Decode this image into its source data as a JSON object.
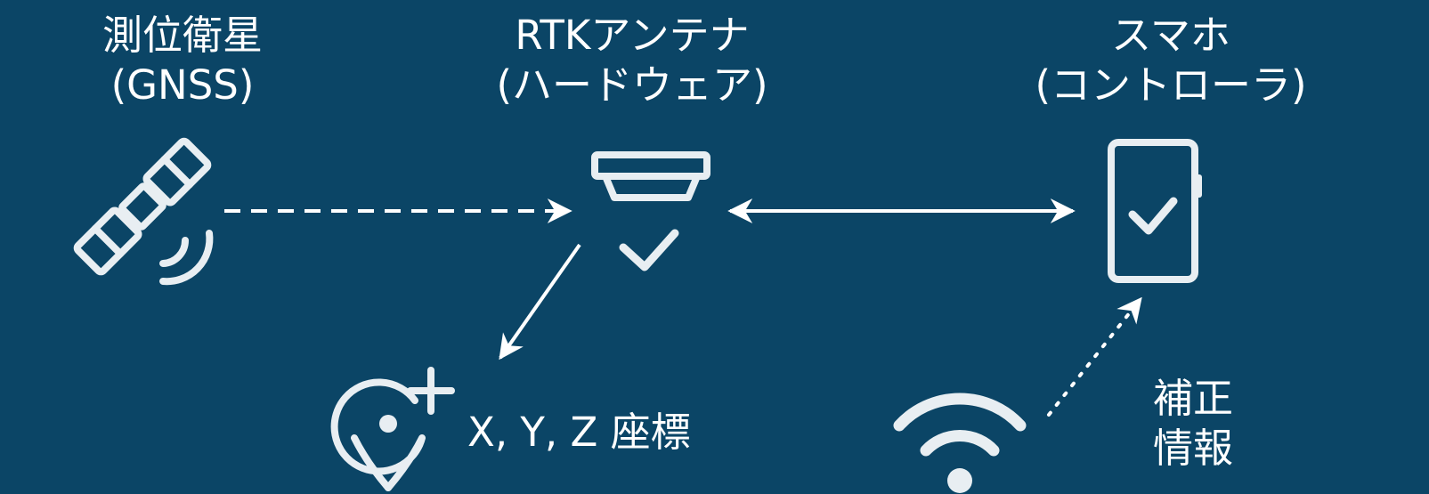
{
  "nodes": {
    "satellite": {
      "line1": "測位衛星",
      "line2": "(GNSS)"
    },
    "antenna": {
      "line1": "RTKアンテナ",
      "line2": "(ハードウェア)"
    },
    "phone": {
      "line1": "スマホ",
      "line2": "(コントローラ)"
    },
    "coordinates": {
      "label": "X, Y, Z 座標"
    },
    "correction": {
      "line1": "補正",
      "line2": "情報"
    }
  },
  "colors": {
    "background": "#0b4566",
    "foreground": "#ffffff",
    "icon": "#e8eef2"
  },
  "icons": [
    "satellite-icon",
    "rtk-antenna-icon",
    "check-icon",
    "smartphone-icon",
    "location-pin-plus-icon",
    "wifi-icon"
  ]
}
